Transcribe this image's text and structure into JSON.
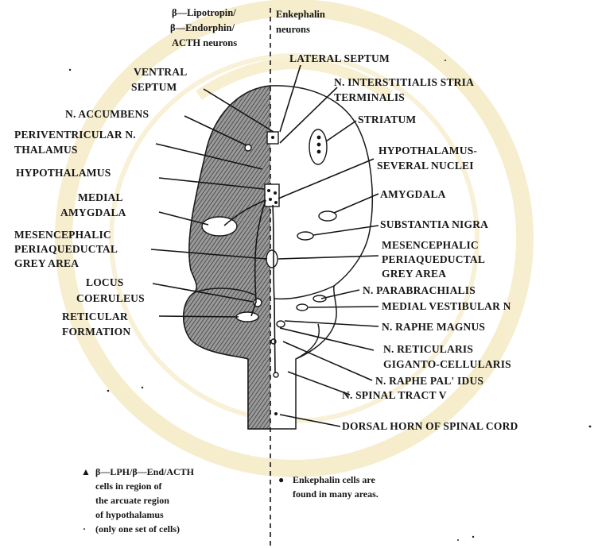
{
  "header": {
    "left_lines": [
      "β—Lipotropin/",
      "β—Endorphin/",
      "ACTH neurons"
    ],
    "right_lines": [
      "Enkephalin",
      "neurons"
    ]
  },
  "left_labels": {
    "ventral_septum": [
      "VENTRAL",
      "SEPTUM"
    ],
    "n_accumbens": "N. ACCUMBENS",
    "periventricular": [
      "PERIVENTRICULAR N.",
      "THALAMUS"
    ],
    "hypothalamus": "HYPOTHALAMUS",
    "medial_amygdala": [
      "MEDIAL",
      "AMYGDALA"
    ],
    "mesencephalic_left": [
      "MESENCEPHALIC",
      "PERIAQUEDUCTAL",
      "GREY AREA"
    ],
    "locus_coeruleus": [
      "LOCUS",
      "COERULEUS"
    ],
    "reticular_formation": [
      "RETICULAR",
      "FORMATION"
    ]
  },
  "right_labels": {
    "lateral_septum": "LATERAL SEPTUM",
    "n_interstitialis": [
      "N. INTERSTITIALIS STRIA",
      "TERMINALIS"
    ],
    "striatum": "STRIATUM",
    "hypothalamus_several": [
      "HYPOTHALAMUS-",
      "SEVERAL NUCLEI"
    ],
    "amygdala": "AMYGDALA",
    "substantia_nigra": "SUBSTANTIA NIGRA",
    "mesencephalic_right": [
      "MESENCEPHALIC",
      "PERIAQUEDUCTAL",
      "GREY AREA"
    ],
    "n_parabrachialis": "N. PARABRACHIALIS",
    "medial_vestibular": "MEDIAL VESTIBULAR N",
    "n_raphe_magnus": "N. RAPHE MAGNUS",
    "n_reticularis": [
      "N. RETICULARIS",
      "GIGANTO-CELLULARIS"
    ],
    "n_raphe_pallidus": "N. RAPHE PAL' IDUS",
    "n_spinal_tract": "N. SPINAL TRACT V",
    "dorsal_horn": "DORSAL HORN OF SPINAL CORD"
  },
  "footnotes": {
    "left_symbol": "▲",
    "left_lines": [
      "β—LPH/β—End/ACTH",
      "cells in region of",
      "the arcuate region",
      "of hypothalamus",
      "(only one set of cells)"
    ],
    "left_bullet": "·",
    "right_symbol": "●",
    "right_lines": [
      "Enkephalin cells are",
      "found in many areas."
    ]
  },
  "colors": {
    "ink": "#161616",
    "shading": "#8a8a8a",
    "watermark": "#efe0a6"
  }
}
